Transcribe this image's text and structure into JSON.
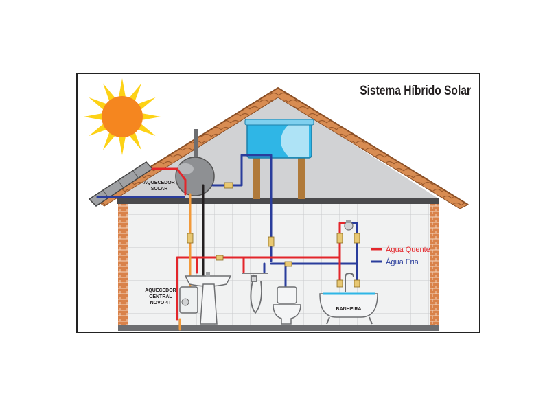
{
  "title": "Sistema Híbrido Solar",
  "labels": {
    "solar_heater": [
      "AQUECEDOR",
      "SOLAR"
    ],
    "central_heater": [
      "AQUECEDOR",
      "CENTRAL",
      "NOVO 4T"
    ],
    "bathtub": "BANHEIRA"
  },
  "legend": [
    {
      "label": "Água Quente",
      "color": "#e3262b"
    },
    {
      "label": "Água Fria",
      "color": "#2a3d9c"
    }
  ],
  "colors": {
    "hot_pipe": "#e3262b",
    "cold_pipe": "#2a3d9c",
    "gas_pipe": "#f29a3a",
    "sun_core": "#f5861f",
    "sun_rays": "#fdd216",
    "roof_tiles": "#d88c52",
    "brick": "#d9824a",
    "water_tank": "#2fb6e6",
    "wood": "#b07a3a"
  },
  "icons": [
    "sun-icon",
    "solar-panel-icon",
    "boiler-tank-icon",
    "water-tank-icon",
    "gas-heater-icon",
    "sink-icon",
    "toilet-icon",
    "shower-icon",
    "bathtub-icon"
  ]
}
